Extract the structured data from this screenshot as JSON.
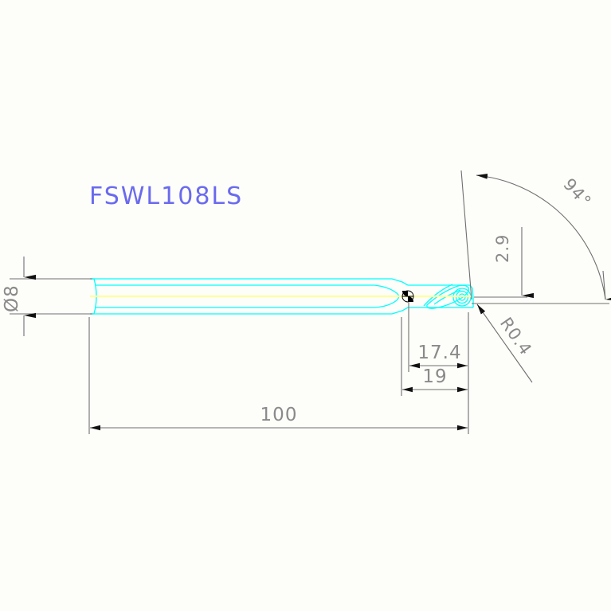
{
  "drawing": {
    "title": "FSWL108LS",
    "background_color": "#fdfdfa",
    "body_color": "#00ffff",
    "centerline_color": "#ffff9e",
    "dimension_color": "#8a8a8a",
    "title_color": "#6a6aee"
  },
  "dimensions": {
    "shank_diameter": "Ø8",
    "overall_length": "100",
    "head_length": "19",
    "cutting_length": "17.4",
    "height_offset": "2.9",
    "corner_radius": "R0.4",
    "angle": "94°"
  },
  "labels": {
    "diameter_label": "Ø8",
    "length_100": "100",
    "length_19": "19",
    "length_17_4": "17.4",
    "height_2_9": "2.9",
    "radius_label": "R0.4",
    "angle_label": "94°"
  }
}
